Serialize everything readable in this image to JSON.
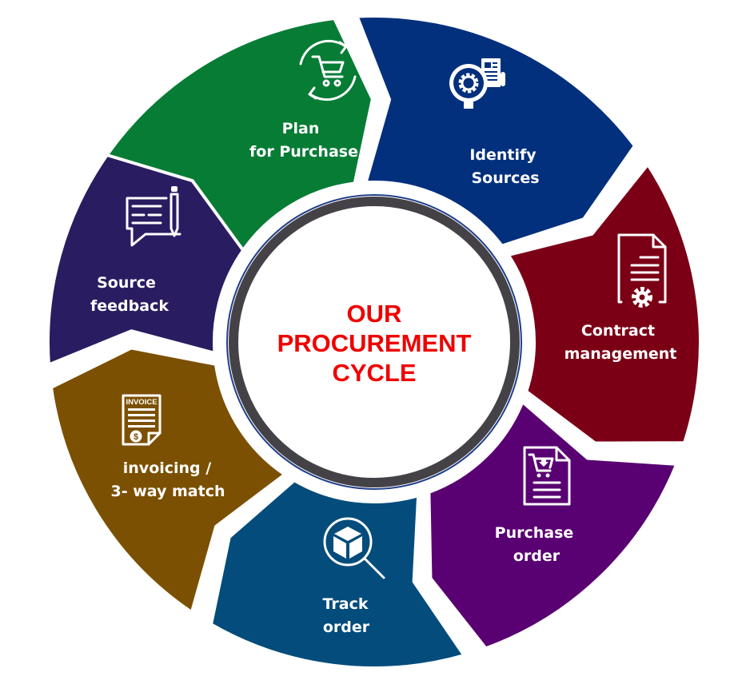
{
  "diagram": {
    "center": {
      "title_lines": [
        "OUR",
        "PROCUREMENT",
        "CYCLE"
      ],
      "title_color": "#ee0000",
      "ring_color": "#444246",
      "ring_outline_color": "#1f3d8a"
    },
    "segments": [
      {
        "id": "plan",
        "label_lines": [
          "Plan",
          "for Purchase"
        ],
        "icon": "cart-cycle-icon",
        "color": "#077c35"
      },
      {
        "id": "identify",
        "label_lines": [
          "Identify",
          "Sources"
        ],
        "icon": "gear-search-document-icon",
        "color": "#03307d"
      },
      {
        "id": "contract",
        "label_lines": [
          "Contract",
          "management"
        ],
        "icon": "contract-document-gear-icon",
        "color": "#7b0016"
      },
      {
        "id": "purchase-order",
        "label_lines": [
          "Purchase",
          "order"
        ],
        "icon": "cart-document-icon",
        "color": "#590072"
      },
      {
        "id": "track",
        "label_lines": [
          "Track",
          "order"
        ],
        "icon": "box-magnifier-icon",
        "color": "#034c7c"
      },
      {
        "id": "invoicing",
        "label_lines": [
          "invoicing /",
          "3- way match"
        ],
        "icon": "invoice-icon",
        "color": "#7c5002"
      },
      {
        "id": "feedback",
        "label_lines": [
          "Source",
          "feedback"
        ],
        "icon": "feedback-chat-pencil-icon",
        "color": "#291c61"
      }
    ],
    "invoice_icon_text": "INVOICE",
    "invoice_currency_symbol": "$"
  }
}
